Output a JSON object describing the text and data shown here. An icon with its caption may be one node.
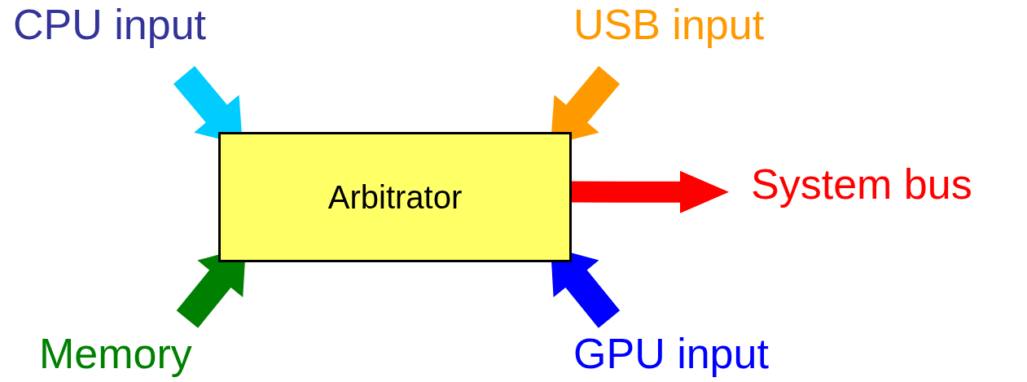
{
  "diagram": {
    "nodes": [
      {
        "text": [
          "Arbitrator"
        ]
      },
      {
        "text": [
          "CPU input"
        ]
      },
      {
        "text": [
          "USB input"
        ]
      },
      {
        "text": [
          "Memory"
        ]
      },
      {
        "text": [
          "GPU input"
        ]
      },
      {
        "text": [
          "System bus"
        ]
      }
    ],
    "edges": [
      {
        "from": 1,
        "to": 0,
        "arrow": "to",
        "style": "thick",
        "color": "#00ccff"
      },
      {
        "from": 2,
        "to": 0,
        "arrow": "to",
        "style": "thick",
        "color": "#ff9900"
      },
      {
        "from": 3,
        "to": 0,
        "arrow": "to",
        "style": "thick",
        "color": "#008000"
      },
      {
        "from": 4,
        "to": 0,
        "arrow": "to",
        "style": "thick",
        "color": "#0000ff"
      },
      {
        "from": 0,
        "to": 5,
        "arrow": "to",
        "style": "thick",
        "color": "#ff0000"
      }
    ]
  }
}
